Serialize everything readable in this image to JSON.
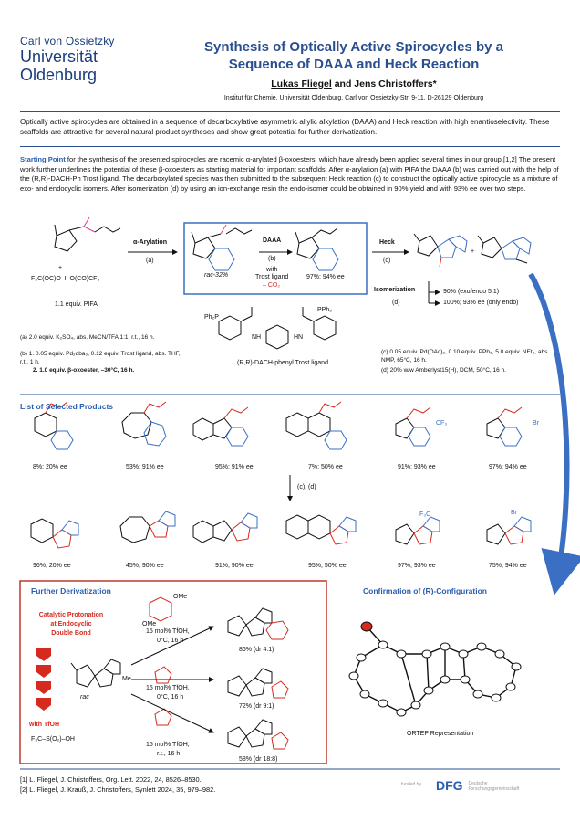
{
  "header": {
    "logo_line1": "Carl von Ossietzky",
    "logo_line2": "Universität",
    "logo_line3": "Oldenburg",
    "title_line1": "Synthesis of Optically Active Spirocycles by a",
    "title_line2": "Sequence of DAAA and Heck Reaction",
    "author1": "Lukas Fliegel",
    "author_and": " and Jens Christoffers*",
    "affiliation": "Institut für Chemie, Universität Oldenburg, Carl von Ossietzky-Str. 9-11, D-26129 Oldenburg"
  },
  "abstract": "Optically active spirocycles are obtained in a sequence of decarboxylative asymmetric allylic alkylation (DAAA) and Heck reaction with high enantioselectivity. These scaffolds are attractive for several natural product syntheses and show great potential for further derivatization.",
  "intro": {
    "lead": "Starting Point",
    "text": " for the synthesis of the presented spirocycles are racemic α-arylated β-oxoesters, which have already been applied several times in our group.[1,2] The present work further underlines the potential of these β-oxoesters as starting material for important scaffolds. After α-arylation (a) with PIFA the DAAA (b) was carried out with the help of the (R,R)-DACH-Ph Trost ligand. The decarboxylated species was then submitted to the subsequent Heck reaction (c) to construct the optically active spirocycle as a mixture of exo- and endocyclic isomers. After isomerization (d) by using an ion-exchange resin the endo-isomer could be obtained in 90% yield and with 93% ee over two steps."
  },
  "scheme": {
    "arylation_label": "α-Arylation",
    "arylation_step": "(a)",
    "pifa_formula": "F₃C(OC)O–I–O(CO)CF₃",
    "plus": "+",
    "pifa_equiv": "1.1 equiv. PIFA",
    "rac_label": "rac-32%",
    "daaa_label": "DAAA",
    "daaa_step": "(b)",
    "daaa_with": "with",
    "daaa_ligand": "Trost ligand",
    "daaa_co2": "– CO₂",
    "daaa_yield": "97%; 94% ee",
    "heck_label": "Heck",
    "heck_step": "(c)",
    "iso_label": "Isomerization",
    "iso_step": "(d)",
    "iso_yield1": "90% (exo/endo 5:1)",
    "iso_yield2": "100%; 93% ee (only endo)",
    "ligand_name": "(R,R)-DACH-phenyl Trost ligand",
    "ligand_ph2p": "Ph₂P",
    "ligand_pph2": "PPh₂",
    "ligand_nh": "NH",
    "ligand_hn": "HN",
    "cond_a": "(a)  2.0 equiv. K₂SO₄, abs. MeCN/TFA 1:1, r.t., 16 h.",
    "cond_b1": "(b)  1. 0.05 equiv. Pd₂dba₃, 0.12 equiv. Trost ligand, abs. THF, r.t., 1 h.",
    "cond_b2": "2. 1.0 equiv. β-oxoester, –30°C, 16 h.",
    "cond_c": "(c)  0.05 equiv. Pd(OAc)₂, 0.10 equiv. PPh₃, 5.0 equiv. NEt₃, abs. NMP, 65°C, 16 h.",
    "cond_d": "(d)  20% w/w Amberlyst15(H), DCM, 50°C, 16 h."
  },
  "products": {
    "title": "List of Selected Products",
    "step_label": "(c), (d)",
    "row1": [
      "8%; 20% ee",
      "53%; 91% ee",
      "95%; 91% ee",
      "7%; 50% ee",
      "91%; 93% ee",
      "97%; 94% ee"
    ],
    "row2": [
      "96%; 20% ee",
      "45%; 90% ee",
      "91%; 90% ee",
      "95%; 50% ee",
      "97%; 93% ee",
      "75%; 94% ee"
    ],
    "sub_cf3": "CF₃",
    "sub_br": "Br",
    "sub_f3c": "F₃C",
    "sub_me": "Me",
    "sub_i": "I",
    "sub_o": "O"
  },
  "derivatization": {
    "title": "Further Derivatization",
    "subtitle1": "Catalytic Protonation",
    "subtitle2": "at Endocyclic",
    "subtitle3": "Double Bond",
    "with_tfoh": "with TfOH",
    "tfoh_formula": "F₃C–S(O₂)–OH",
    "rac": "rac",
    "me": "Me",
    "ome": "OMe",
    "cond1a": "15 mol% TfOH,",
    "cond1b": "0°C, 16 h",
    "cond2a": "15 mol% TfOH,",
    "cond2b": "0°C, 16 h",
    "cond3a": "15 mol% TfOH,",
    "cond3b": "r.t., 16 h",
    "yield1": "86% (dr 4:1)",
    "yield2": "72% (dr 9:1)",
    "yield3": "58% (dr 18:8)"
  },
  "confirmation": {
    "title": "Confirmation of (R)-Configuration",
    "ortep": "ORTEP Representation"
  },
  "references": {
    "ref1": "[1]   L. Fliegel, J. Christoffers, Org. Lett. 2022, 24, 8526–8530.",
    "ref2": "[2]   L. Fliegel, J. Krauß, J. Christoffers, Synlett 2024, 35, 979–982."
  },
  "funding": {
    "funded_by": "funded by",
    "dfg": "DFG",
    "dfg_sub1": "Deutsche",
    "dfg_sub2": "Forschungsgemeinschaft"
  },
  "colors": {
    "title_blue": "#2a4f8f",
    "accent_blue": "#3a6fc4",
    "red": "#c0392b",
    "pink": "#e0399a",
    "red_arrow": "#d62a1e"
  }
}
